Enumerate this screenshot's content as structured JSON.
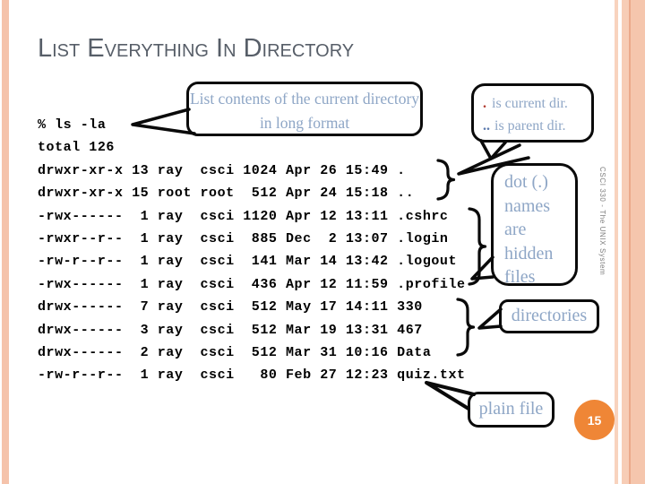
{
  "slide": {
    "title": "List Everything In Directory",
    "sidebar_text": "CSCI 330 - The UNIX System",
    "page_number": "15"
  },
  "terminal": {
    "lines": [
      "% ls -la",
      "total 126",
      "drwxr-xr-x 13 ray  csci 1024 Apr 26 15:49 .",
      "drwxr-xr-x 15 root root  512 Apr 24 15:18 ..",
      "-rwx------  1 ray  csci 1120 Apr 12 13:11 .cshrc",
      "-rwxr--r--  1 ray  csci  885 Dec  2 13:07 .login",
      "-rw-r--r--  1 ray  csci  141 Mar 14 13:42 .logout",
      "-rwx------  1 ray  csci  436 Apr 12 11:59 .profile",
      "drwx------  7 ray  csci  512 May 17 14:11 330",
      "drwx------  3 ray  csci  512 Mar 19 13:31 467",
      "drwx------  2 ray  csci  512 Mar 31 10:16 Data",
      "-rw-r--r--  1 ray  csci   80 Feb 27 12:23 quiz.txt"
    ]
  },
  "callouts": {
    "long_format": {
      "text": "List contents of the current directory in long format"
    },
    "current_parent": {
      "dot1": ".",
      "line1": "is current dir.",
      "dot2": "..",
      "line2": "is parent dir."
    },
    "hidden_files": {
      "lines": [
        "dot (.)",
        "names",
        "are",
        "hidden",
        "files"
      ]
    },
    "directories": {
      "text": "directories"
    },
    "plain_file": {
      "text": "plain file"
    }
  },
  "colors": {
    "accent_stripe": "#f5c3ab",
    "accent_stripe_dark": "#eba98b",
    "page_badge": "#ef8636",
    "callout_text": "#8ea6c6",
    "red_dot": "#b03a2e",
    "blue_dots": "#5b79ad",
    "title_text": "#575e68",
    "sidebar_text": "#7e7e7e"
  }
}
